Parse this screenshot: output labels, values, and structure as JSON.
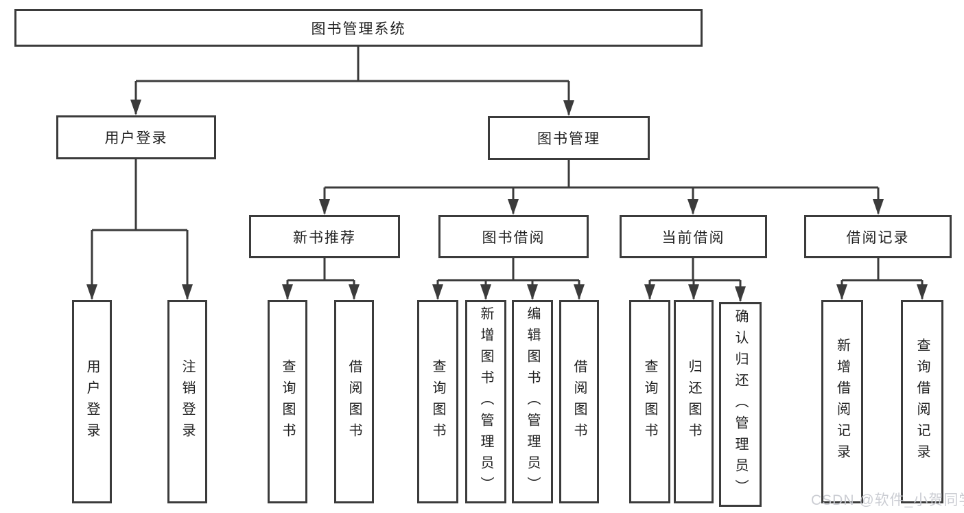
{
  "diagram": {
    "root": {
      "label": "图书管理系统"
    },
    "branches": [
      {
        "label": "用户登录",
        "children": [
          {
            "label": "用户登录"
          },
          {
            "label": "注销登录"
          }
        ]
      },
      {
        "label": "图书管理",
        "children": [
          {
            "label": "新书推荐",
            "children": [
              {
                "label": "查询图书"
              },
              {
                "label": "借阅图书"
              }
            ]
          },
          {
            "label": "图书借阅",
            "children": [
              {
                "label": "查询图书"
              },
              {
                "label": "新增图书（管理员）"
              },
              {
                "label": "编辑图书（管理员）"
              },
              {
                "label": "借阅图书"
              }
            ]
          },
          {
            "label": "当前借阅",
            "children": [
              {
                "label": "查询图书"
              },
              {
                "label": "归还图书"
              },
              {
                "label": "确认归还（管理员）"
              }
            ]
          },
          {
            "label": "借阅记录",
            "children": [
              {
                "label": "新增借阅记录"
              },
              {
                "label": "查询借阅记录"
              }
            ]
          }
        ]
      }
    ]
  },
  "watermark": {
    "text": "CSDN @软件_小贺同学"
  },
  "colors": {
    "line": "#3b3b3b",
    "border": "#3b3b3b",
    "text": "#212121",
    "background": "#ffffff",
    "watermark": "#c9cbd1"
  }
}
